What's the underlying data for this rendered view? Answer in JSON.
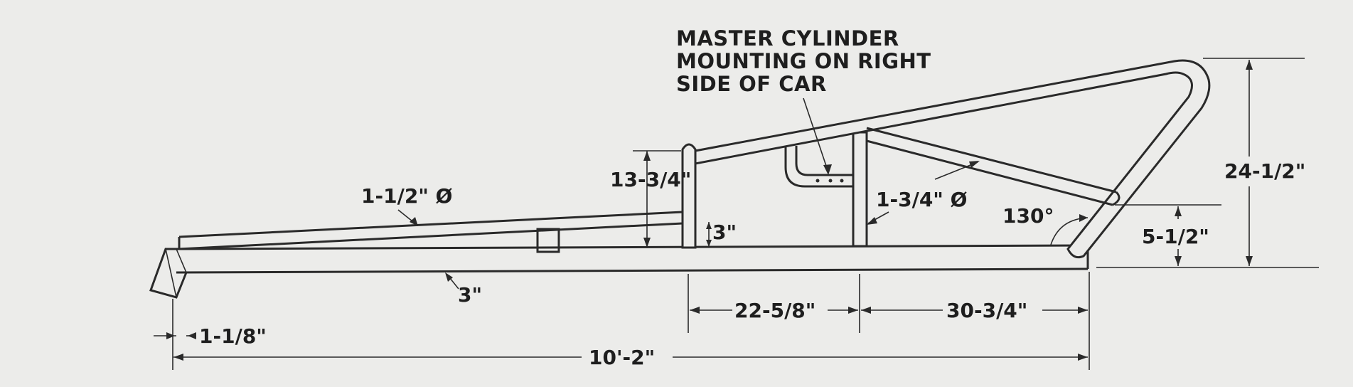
{
  "note": {
    "line1": "MASTER CYLINDER",
    "line2": "MOUNTING ON RIGHT",
    "line3": "SIDE OF CAR"
  },
  "dimensions": {
    "tube_1_1_2": "1-1/2\" Ø",
    "tube_1_3_4": "1-3/4\" Ø",
    "height_13_3_4": "13-3/4\"",
    "height_3": "3\"",
    "rail_3": "3\"",
    "offset_1_1_8": "1-1/8\"",
    "overall_10_2": "10'-2\"",
    "span_22_5_8": "22-5/8\"",
    "span_30_3_4": "30-3/4\"",
    "height_24_1_2": "24-1/2\"",
    "height_5_1_2": "5-1/2\"",
    "angle_130": "130°"
  }
}
